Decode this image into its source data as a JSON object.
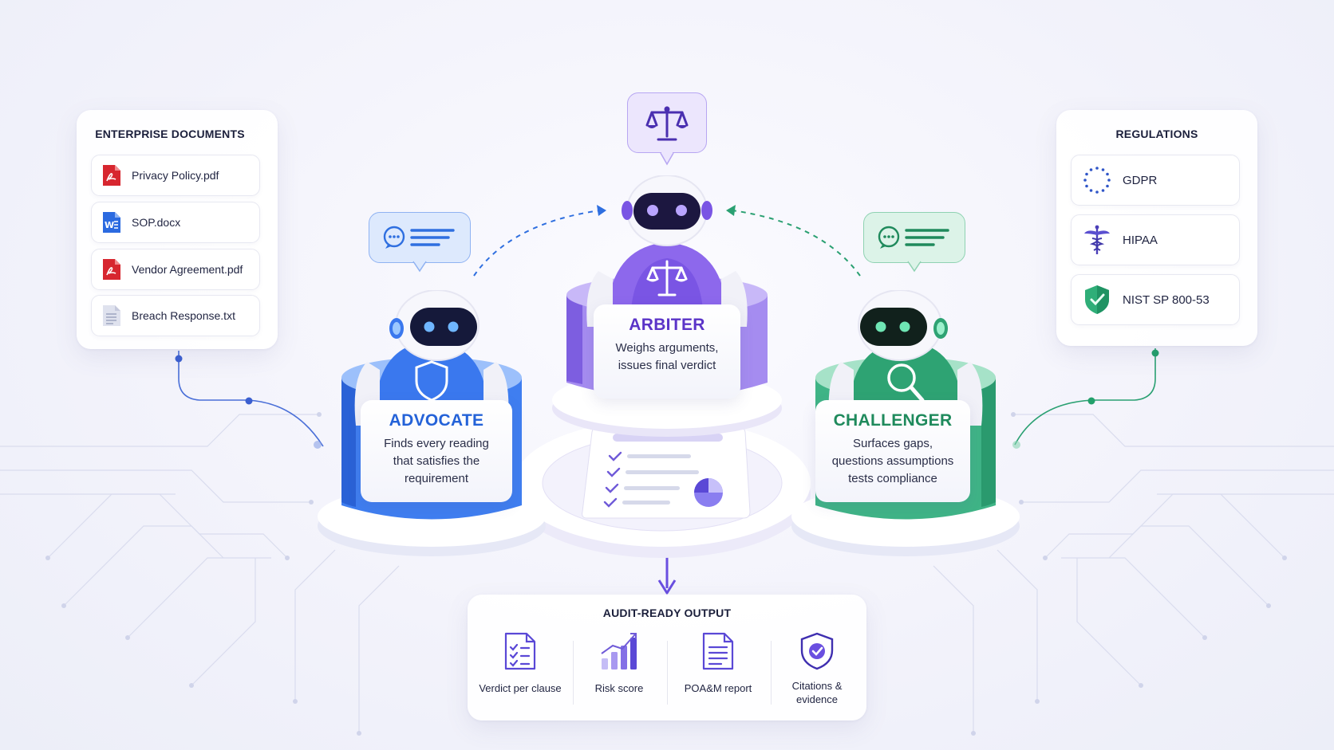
{
  "documents": {
    "title": "ENTERPRISE DOCUMENTS",
    "items": [
      {
        "label": "Privacy Policy.pdf",
        "icon": "pdf-file-icon"
      },
      {
        "label": "SOP.docx",
        "icon": "word-file-icon"
      },
      {
        "label": "Vendor Agreement.pdf",
        "icon": "pdf-file-icon"
      },
      {
        "label": "Breach Response.txt",
        "icon": "text-file-icon"
      }
    ]
  },
  "regulations": {
    "title": "REGULATIONS",
    "items": [
      {
        "label": "GDPR",
        "icon": "eu-stars-icon"
      },
      {
        "label": "HIPAA",
        "icon": "caduceus-icon"
      },
      {
        "label": "NIST SP 800-53",
        "icon": "shield-check-icon"
      }
    ]
  },
  "agents": {
    "advocate": {
      "title": "ADVOCATE",
      "desc_lines": [
        "Finds every reading",
        "that satisfies the",
        "requirement"
      ],
      "color": "#2f6fe0"
    },
    "arbiter": {
      "title": "ARBITER",
      "desc_lines": [
        "Weighs arguments,",
        "issues final verdict"
      ],
      "color": "#6a3fd0"
    },
    "challenger": {
      "title": "CHALLENGER",
      "desc_lines": [
        "Surfaces gaps,",
        "questions assumptions",
        "tests compliance"
      ],
      "color": "#1f8a5c"
    }
  },
  "output": {
    "title": "AUDIT-READY OUTPUT",
    "items": [
      {
        "label": "Verdict per clause",
        "icon": "checklist-document-icon"
      },
      {
        "label": "Risk score",
        "icon": "bar-chart-icon"
      },
      {
        "label": "POA&M report",
        "icon": "report-document-icon"
      },
      {
        "label": "Citations &\nevidence",
        "icon": "shield-check-icon"
      }
    ]
  },
  "colors": {
    "blue": "#2f6fe0",
    "purple": "#6a3fd0",
    "green": "#22a06b"
  }
}
